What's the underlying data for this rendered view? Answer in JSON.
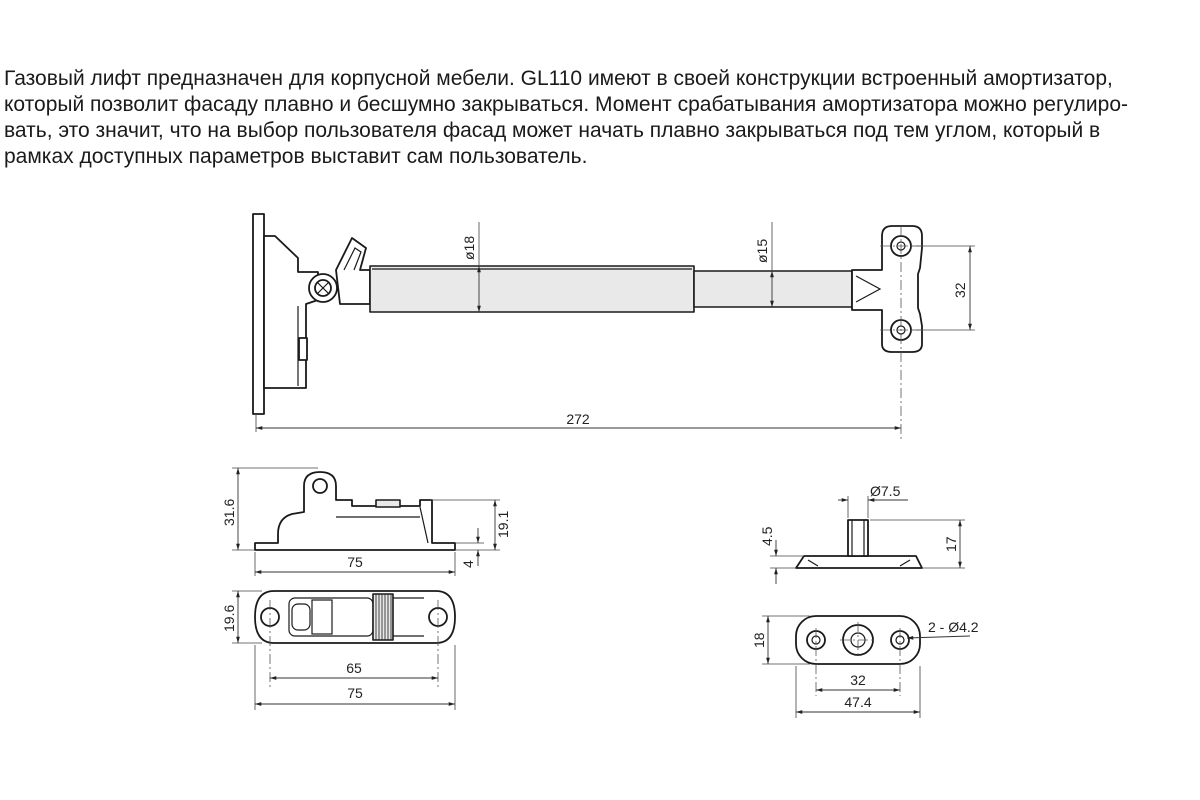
{
  "description": {
    "lines": [
      "Газовый лифт предназначен для корпусной мебели. GL110 имеют в своей конструкции встроенный амортизатор,",
      "который позволит фасаду плавно и бесшумно закрываться. Момент срабатывания амортизатора можно регулиро-",
      "вать, это значит, что на выбор пользователя фасад может начать плавно закрываться под тем углом, который в",
      "рамках доступных параметров выставит сам пользователь."
    ]
  },
  "drawing": {
    "main": {
      "dia_body": "ø18",
      "dia_rod": "ø15",
      "hole_spacing": "32",
      "total_length": "272"
    },
    "bracket_side": {
      "height": "31.6",
      "inner_height": "19.1",
      "length": "75",
      "base_thickness": "4"
    },
    "bracket_top": {
      "width": "19.6",
      "hole_spacing": "65",
      "length": "75"
    },
    "mount_side": {
      "pin_dia": "Ø7.5",
      "base": "4.5",
      "height": "17"
    },
    "mount_top": {
      "width": "18",
      "holes": "2 - Ø4.2",
      "hole_spacing": "32",
      "length": "47.4"
    }
  }
}
